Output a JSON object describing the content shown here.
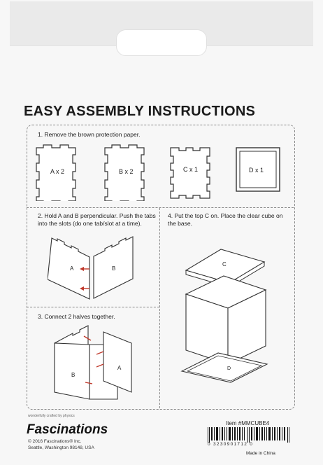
{
  "heading": "EASY ASSEMBLY INSTRUCTIONS",
  "steps": [
    {
      "text": "1. Remove the brown protection paper."
    },
    {
      "text": "2. Hold A and B perpendicular. Push the tabs into the slots (do one tab/slot at a time)."
    },
    {
      "text": "3. Connect 2 halves together."
    },
    {
      "text": "4. Put the top C on.  Place the clear cube on the base."
    }
  ],
  "parts": [
    {
      "label": "A x 2"
    },
    {
      "label": "B x 2"
    },
    {
      "label": "C x 1"
    },
    {
      "label": "D x 1"
    }
  ],
  "diagram_labels": {
    "step2_a": "A",
    "step2_b": "B",
    "step3_a": "A",
    "step3_b": "B",
    "step4_c": "C",
    "step4_d": "D"
  },
  "footer": {
    "tagline": "wonderfully crafted by physics",
    "brand": "Fascinations",
    "copyright": "© 2016 Fascinations® Inc.",
    "address": "Seattle, Washington 98148, USA",
    "item": "Item #MMCUBE4",
    "barcode_number": "0  3230901712  0",
    "made_in": "Made in China"
  },
  "colors": {
    "arrow": "#c0392b",
    "line": "#333333"
  }
}
